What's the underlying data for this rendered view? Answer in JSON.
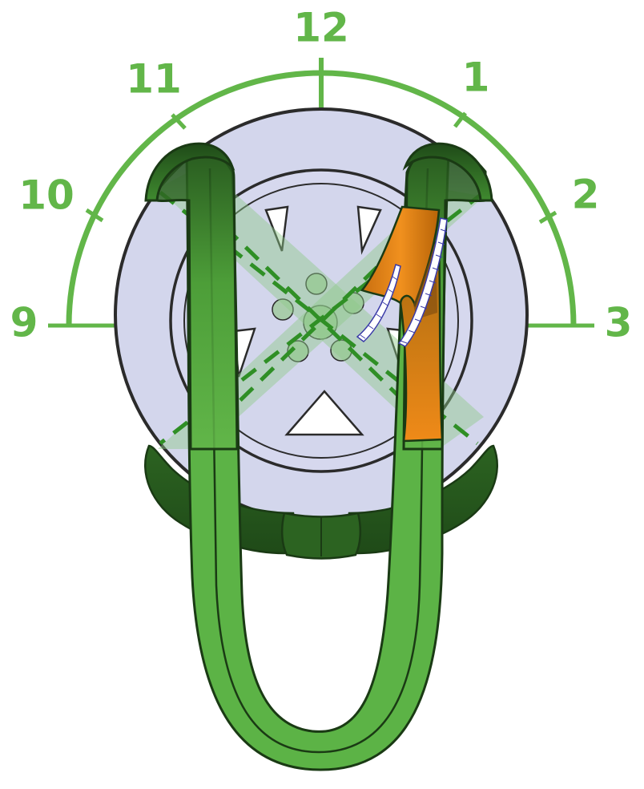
{
  "clock_labels": {
    "h9": "9",
    "h10": "10",
    "h11": "11",
    "h12": "12",
    "h1": "1",
    "h2": "2",
    "h3": "3"
  },
  "colors": {
    "dial_green": "#62b649",
    "strap_green": "#5cb346",
    "strap_dark": "#2e6b23",
    "tire_fill": "#d3d6ec",
    "outline": "#2b2b2b",
    "guide_dash": "#2f8f25",
    "tag_orange": "#e98a1a"
  },
  "icons": {
    "wheel": "wheel-icon",
    "strap": "tire-strap-icon",
    "tag": "ratchet-tag-icon"
  }
}
